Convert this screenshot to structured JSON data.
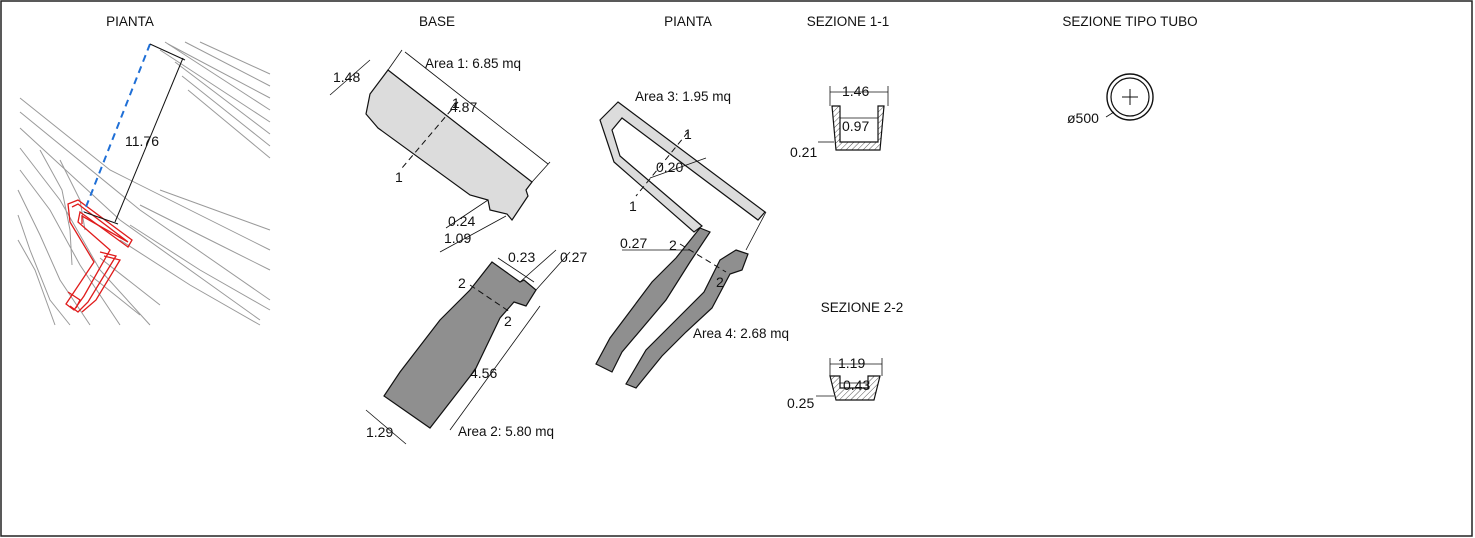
{
  "titles": {
    "pianta_left": "PIANTA",
    "base": "BASE",
    "pianta_mid": "PIANTA",
    "sezione_11": "SEZIONE 1-1",
    "sezione_tipo_tubo": "SEZIONE TIPO TUBO",
    "sezione_22": "SEZIONE 2-2"
  },
  "pianta_left": {
    "distance": "11.76"
  },
  "base": {
    "area1_label": "Area 1: 6.85 mq",
    "area1_dims": {
      "width": "1.48",
      "length": "4.87",
      "step_a": "0.24",
      "step_b": "1.09"
    },
    "area2_label": "Area 2: 5.80 mq",
    "area2_dims": {
      "top_a": "0.23",
      "top_b": "0.27",
      "length": "4.56",
      "width": "1.29"
    },
    "section_marks": {
      "one": "1",
      "two": "2"
    }
  },
  "pianta_mid": {
    "area3_label": "Area 3: 1.95 mq",
    "area4_label": "Area 4: 2.68 mq",
    "dims": {
      "wall": "0.20",
      "wall2": "0.27"
    },
    "section_marks": {
      "one": "1",
      "two": "2"
    }
  },
  "sezione_11": {
    "top": "1.46",
    "inner": "0.97",
    "side": "0.21"
  },
  "sezione_22": {
    "top": "1.19",
    "inner": "0.43",
    "side": "0.25"
  },
  "tubo": {
    "diameter": "ø500"
  },
  "colors": {
    "plan_outline": "#e01b1b",
    "contour": "#9a9a9a",
    "area_light": "#dcdcdc",
    "area_dark": "#8f8f8f",
    "dashed_blue": "#1f6fd6"
  }
}
